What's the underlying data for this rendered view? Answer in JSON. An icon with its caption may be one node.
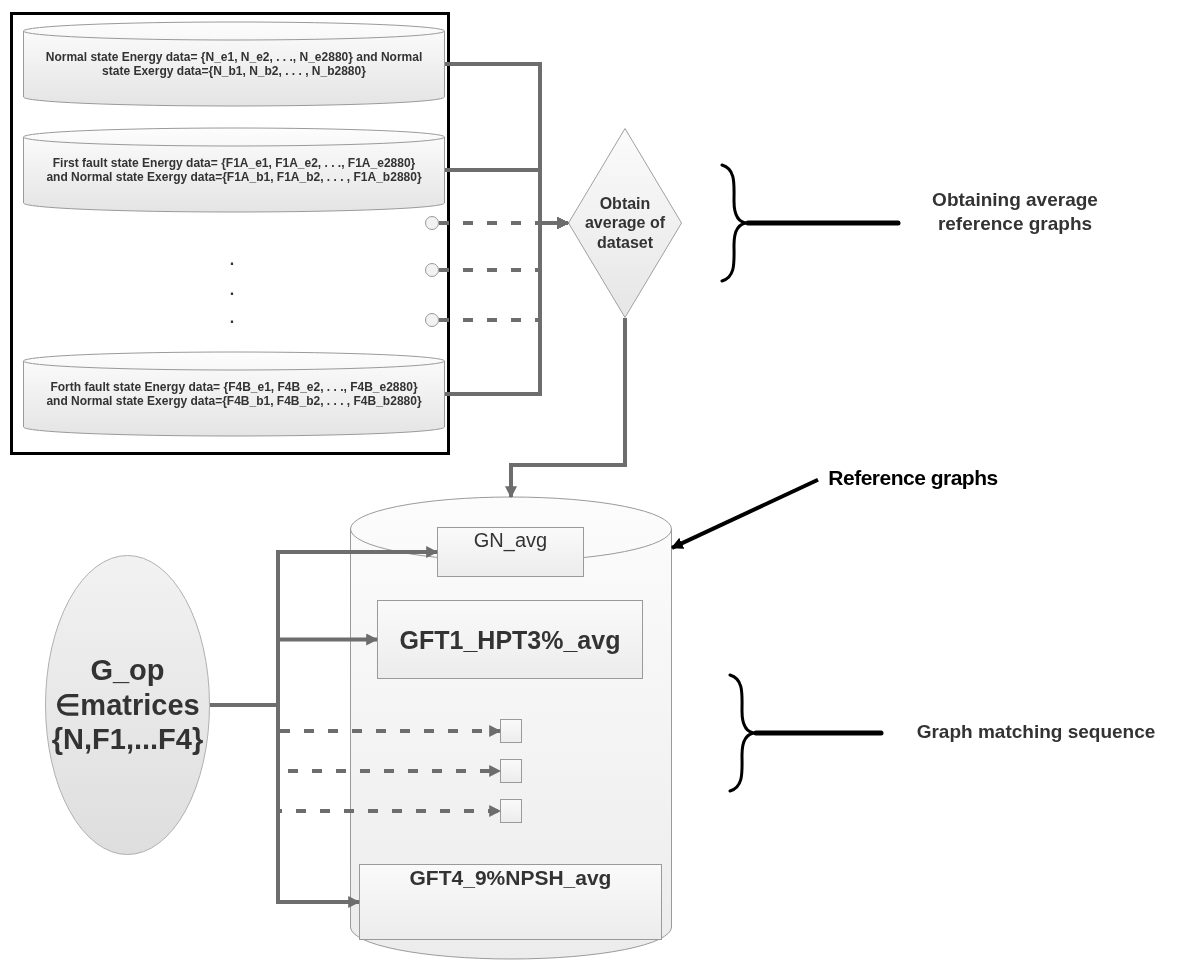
{
  "diagram": {
    "nodes": [
      {
        "text": [],
        "shape": "box"
      },
      {
        "text": [
          "Normal state Energy data= {N_e1, N_e2, . . ., N_e2880} and Normal state Exergy data={N_b1, N_b2, . . . , N_b2880}"
        ],
        "in": 0
      },
      {
        "text": [
          "First fault state Energy data= {F1A_e1, F1A_e2, . . ., F1A_e2880} and Normal state Exergy data={F1A_b1, F1A_b2, . . . , F1A_b2880}"
        ],
        "in": 0
      },
      {
        "text": [],
        "shape": "circle",
        "in": 0
      },
      {
        "text": [],
        "shape": "circle",
        "in": 0
      },
      {
        "text": [],
        "shape": "circle",
        "in": 0
      },
      {
        "text": [
          "Forth fault state Energy data= {F4B_e1, F4B_e2, . . ., F4B_e2880} and Normal state Exergy data={F4B_b1, F4B_b2, . . . , F4B_b2880}"
        ],
        "in": 0
      },
      {
        "text": [
          "Obtain average of dataset"
        ]
      },
      {
        "text": [],
        "shape": "cylinder"
      },
      {
        "text": [
          "GN_avg"
        ],
        "in": 8
      },
      {
        "text": [
          "GFT1_HPT3%_avg"
        ],
        "in": 8
      },
      {
        "text": [],
        "shape": "box",
        "in": 8
      },
      {
        "text": [],
        "shape": "box",
        "in": 8
      },
      {
        "text": [],
        "shape": "box",
        "in": 8
      },
      {
        "text": [
          "GFT4_9%NPSH_avg"
        ],
        "in": 8
      },
      {
        "text": [
          "G_op ∈matrices {N,F1,...F4}"
        ]
      },
      {
        "text": [
          "Reference graphs"
        ]
      }
    ],
    "edges": [
      {
        "from": 1,
        "to": 7,
        "arrow": "to"
      },
      {
        "from": 2,
        "to": 7,
        "arrow": "to"
      },
      {
        "from": 3,
        "to": 7,
        "arrow": "to",
        "style": "dashed"
      },
      {
        "from": 4,
        "to": 7,
        "arrow": "to",
        "style": "dashed"
      },
      {
        "from": 5,
        "to": 7,
        "arrow": "to",
        "style": "dashed"
      },
      {
        "from": 6,
        "to": 7,
        "arrow": "to"
      },
      {
        "from": 7,
        "to": 8,
        "arrow": "to"
      },
      {
        "from": 15,
        "to": 9,
        "arrow": "to"
      },
      {
        "from": 15,
        "to": 10,
        "arrow": "to"
      },
      {
        "from": 15,
        "to": 11,
        "arrow": "to",
        "style": "dashed"
      },
      {
        "from": 15,
        "to": 12,
        "arrow": "to",
        "style": "dashed"
      },
      {
        "from": 15,
        "to": 13,
        "arrow": "to",
        "style": "dashed"
      },
      {
        "from": 15,
        "to": 14,
        "arrow": "to"
      },
      {
        "from": 16,
        "to": 8,
        "arrow": "to",
        "color": "#000000"
      }
    ],
    "labels": [
      "Obtaining average reference graphs",
      ".",
      ".",
      ".",
      "Graph matching sequence"
    ]
  }
}
